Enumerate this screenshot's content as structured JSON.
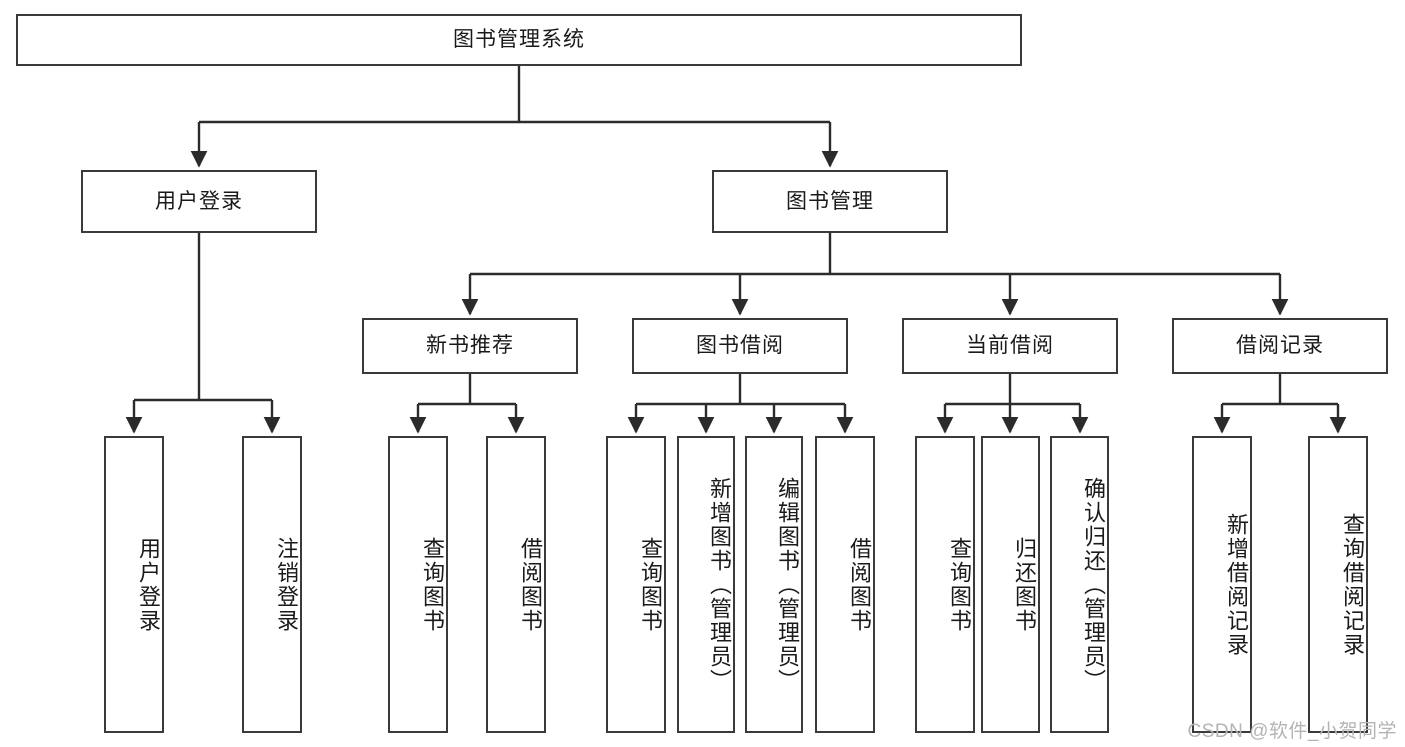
{
  "diagram": {
    "type": "tree",
    "title": "图书管理系统",
    "orientation": "top-down",
    "colors": {
      "box_border": "#3a3a3a",
      "box_fill": "#ffffff",
      "connector": "#2b2b2b",
      "text": "#1a1a1a",
      "watermark": "#b4b4b4"
    }
  },
  "root": {
    "label": "图书管理系统"
  },
  "level2": [
    {
      "label": "用户登录"
    },
    {
      "label": "图书管理"
    }
  ],
  "level3": [
    {
      "label": "新书推荐"
    },
    {
      "label": "图书借阅"
    },
    {
      "label": "当前借阅"
    },
    {
      "label": "借阅记录"
    }
  ],
  "leaves": {
    "user_login": [
      {
        "label": "用户登录"
      },
      {
        "label": "注销登录"
      }
    ],
    "new_book_recommend": [
      {
        "label": "查询图书"
      },
      {
        "label": "借阅图书"
      }
    ],
    "book_borrow": [
      {
        "label": "查询图书"
      },
      {
        "label": "新增图书（管理员）"
      },
      {
        "label": "编辑图书（管理员）"
      },
      {
        "label": "借阅图书"
      }
    ],
    "current_borrow": [
      {
        "label": "查询图书"
      },
      {
        "label": "归还图书"
      },
      {
        "label": "确认归还（管理员）"
      }
    ],
    "borrow_record": [
      {
        "label": "新增借阅记录"
      },
      {
        "label": "查询借阅记录"
      }
    ]
  },
  "watermark": {
    "text": "CSDN @软件_小贺同学"
  }
}
